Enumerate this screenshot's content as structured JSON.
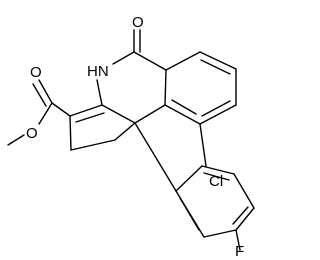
{
  "molecule": {
    "atom_labels": {
      "oxygen_ketone": "O",
      "nh": "HN",
      "oxygen_ester_carbonyl": "O",
      "oxygen_ester_ether": "O",
      "chlorine": "Cl",
      "fluorine": "F"
    },
    "colors": {
      "bond": "#000000",
      "text": "#000000",
      "background": "#ffffff"
    }
  }
}
